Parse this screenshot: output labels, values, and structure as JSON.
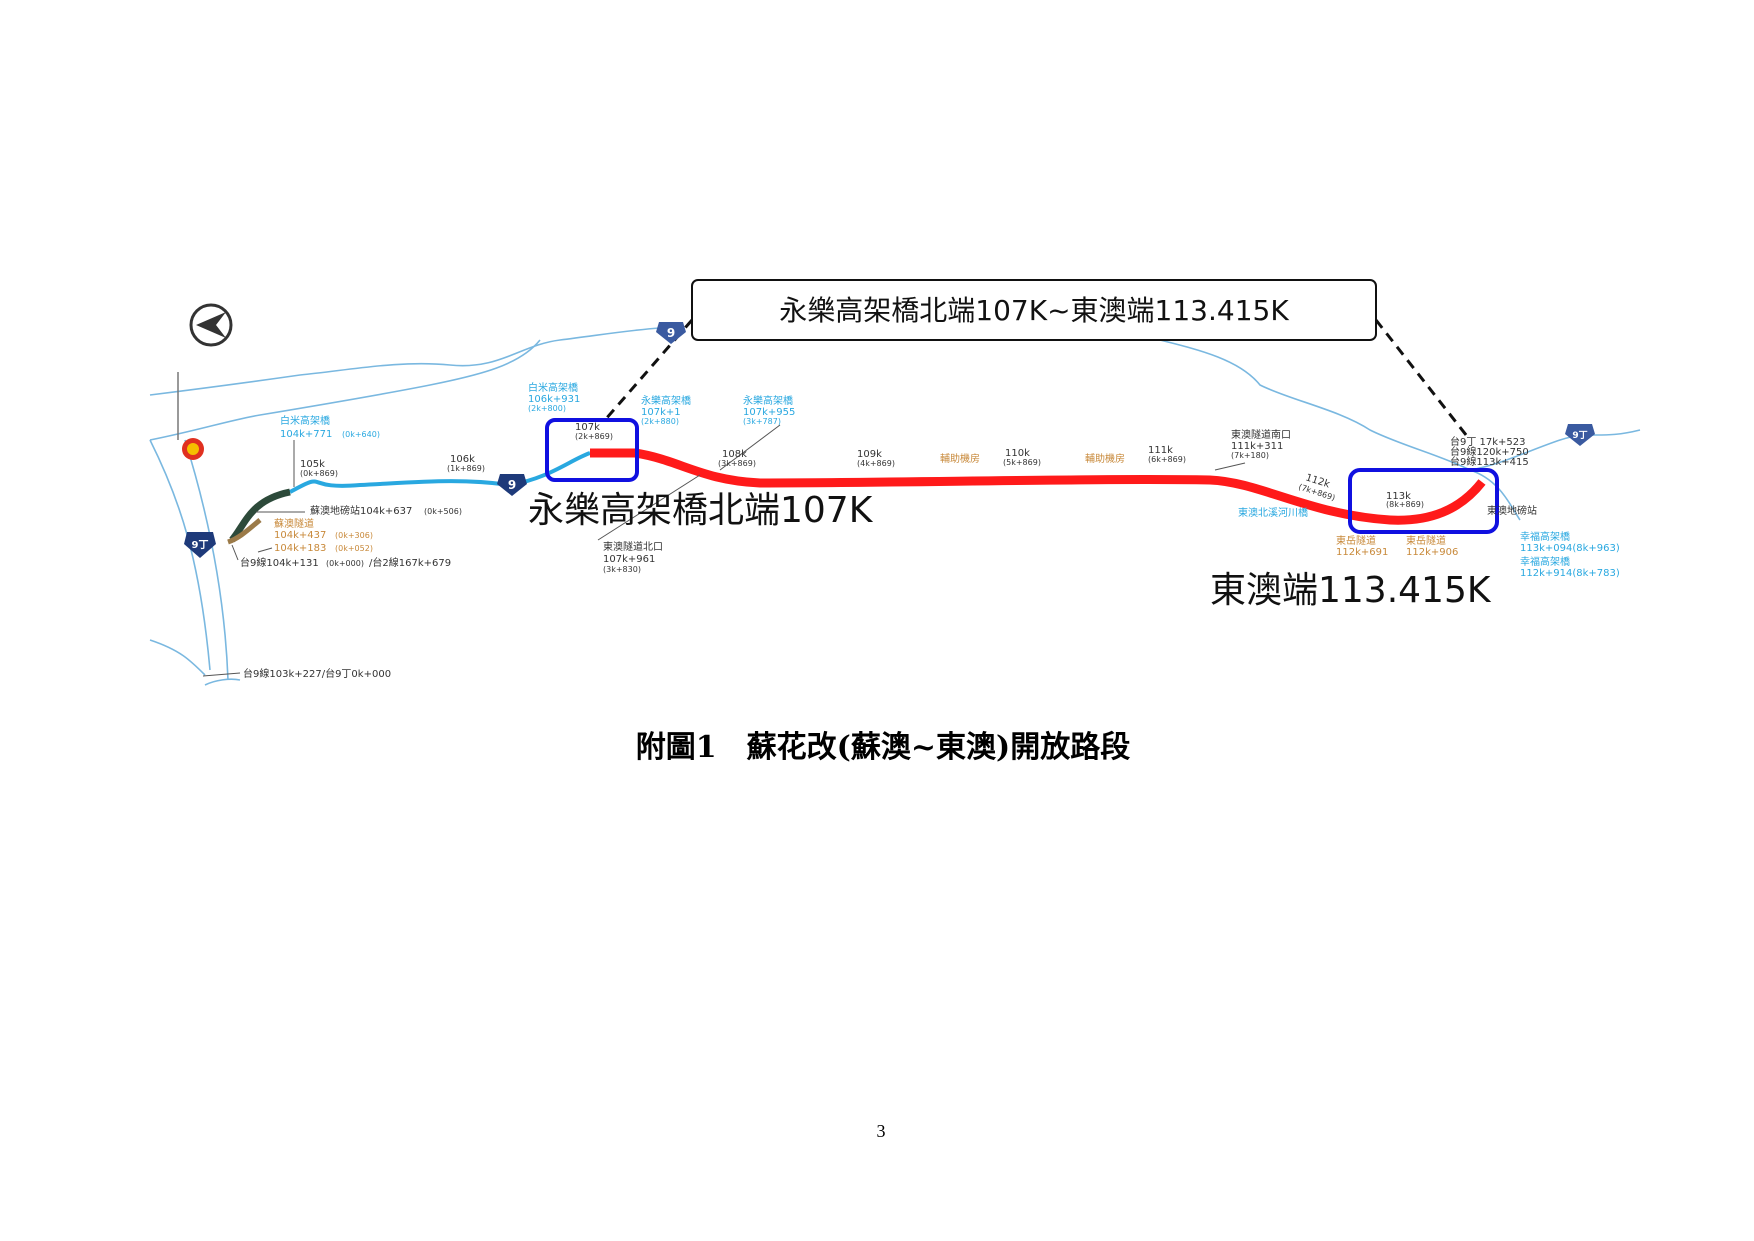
{
  "figure": {
    "callout": "永樂高架橋北端107K~東澳端113.415K",
    "north_label": "永樂高架橋北端107K",
    "south_label": "東澳端113.415K",
    "colors": {
      "open_section": "#ff1a1a",
      "highlight_box": "#1010e0",
      "road": "#29a8e0",
      "river": "#7ab8e0"
    },
    "icons": [
      "compass-arrow-icon",
      "police-badge-icon",
      "route-9-shield-icon",
      "route-9-ding-shield-icon"
    ],
    "shields": {
      "route9": "9",
      "route9ding": "9丁"
    },
    "labels": {
      "baimi1_name": "白米高架橋",
      "baimi1_km": "104k+771",
      "baimi1_sub": "(0k+640)",
      "k105": "105k",
      "k105_sub": "(0k+869)",
      "k106": "106k",
      "k106_sub": "(1k+869)",
      "suao_weigh": "蘇澳地磅站104k+637",
      "suao_weigh_sub": "(0k+506)",
      "suao_tunnel": "蘇澳隧道",
      "suao_tunnel_km": "104k+437",
      "suao_tunnel_sub": "(0k+306)",
      "suao_183": "104k+183",
      "suao_183_sub": "(0k+052)",
      "start": "台9線104k+131",
      "start_sub": "(0k+000)",
      "start_tail": "/台2線167k+679",
      "t9ding": "台9線103k+227/台9丁0k+000",
      "baimi2_name": "白米高架橋",
      "baimi2_km": "106k+931",
      "baimi2_sub": "(2k+800)",
      "yongle1_name": "永樂高架橋",
      "yongle1_km": "107k+1",
      "yongle1_sub": "(2k+880)",
      "yongle2_name": "永樂高架橋",
      "yongle2_km": "107k+955",
      "yongle2_sub": "(3k+787)",
      "k107": "107k",
      "k107_sub": "(2k+869)",
      "k108": "108k",
      "k108_sub": "(3k+869)",
      "k109": "109k",
      "k109_sub": "(4k+869)",
      "k110": "110k",
      "k110_sub": "(5k+869)",
      "k111": "111k",
      "k111_sub": "(6k+869)",
      "k112": "112k",
      "k112_sub": "(7k+869)",
      "k113": "113k",
      "k113_sub": "(8k+869)",
      "aux1": "輔助機房",
      "aux2": "輔助機房",
      "dongao_north_name": "東澳隧道北口",
      "dongao_north_km": "107k+961",
      "dongao_north_sub": "(3k+830)",
      "dongao_south_name": "東澳隧道南口",
      "dongao_south_km": "111k+311",
      "dongao_south_sub": "(7k+180)",
      "river_bridge": "東澳北溪河川橋",
      "dongyue1_name": "東岳隧道",
      "dongyue1_km": "112k+691",
      "dongyue2_name": "東岳隧道",
      "dongyue2_km": "112k+906",
      "end1": "台9丁 17k+523",
      "end2": "台9線120k+750",
      "end3": "台9線113k+415",
      "dongao_weigh": "東澳地磅站",
      "xingfu1_name": "幸福高架橋",
      "xingfu1_km": "113k+094(8k+963)",
      "xingfu2_name": "幸福高架橋",
      "xingfu2_km": "112k+914(8k+783)"
    }
  },
  "caption": "附圖1　蘇花改(蘇澳~東澳)開放路段",
  "page_number": "3"
}
